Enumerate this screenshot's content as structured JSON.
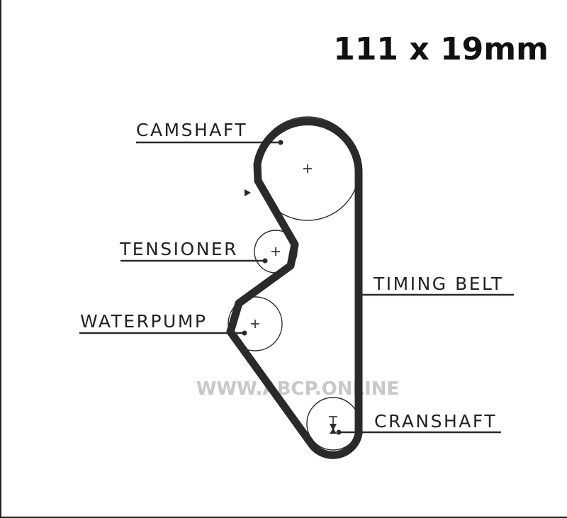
{
  "title": "111 x 19mm",
  "labels": {
    "camshaft": "CAMSHAFT",
    "tensioner": "TENSIONER",
    "waterpump": "WATERPUMP",
    "timing_belt": "TIMING BELT",
    "crankshaft": "CRANSHAFT"
  },
  "watermark": "WWW.ABCP.ONLINE",
  "colors": {
    "line": "#2a2a2a",
    "watermark": "#c8c8c8",
    "background": "#ffffff"
  }
}
